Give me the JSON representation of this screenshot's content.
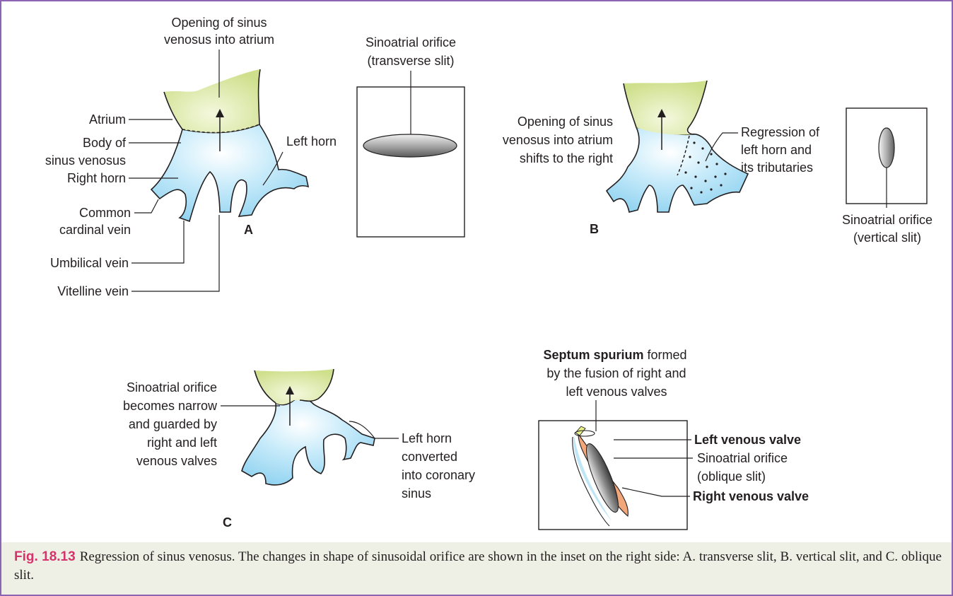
{
  "panel_a": {
    "label": "A",
    "opening_line1": "Opening of sinus",
    "opening_line2": "venosus into atrium",
    "atrium": "Atrium",
    "body_line1": "Body of",
    "body_line2": "sinus venosus",
    "right_horn": "Right horn",
    "left_horn": "Left horn",
    "common_line1": "Common",
    "common_line2": "cardinal vein",
    "umbilical": "Umbilical vein",
    "vitelline": "Vitelline vein",
    "orifice_line1": "Sinoatrial orifice",
    "orifice_line2": "(transverse slit)"
  },
  "panel_b": {
    "label": "B",
    "opening_line1": "Opening of sinus",
    "opening_line2": "venosus into atrium",
    "opening_line3": "shifts to the right",
    "regression_line1": "Regression of",
    "regression_line2": "left horn and",
    "regression_line3": "its tributaries",
    "orifice_line1": "Sinoatrial orifice",
    "orifice_line2": "(vertical slit)"
  },
  "panel_c": {
    "label": "C",
    "narrow_line1": "Sinoatrial orifice",
    "narrow_line2": "becomes narrow",
    "narrow_line3": "and guarded by",
    "narrow_line4": "right and left",
    "narrow_line5": "venous valves",
    "left_horn_line1": "Left horn",
    "left_horn_line2": "converted",
    "left_horn_line3": "into coronary",
    "left_horn_line4": "sinus",
    "septum_bold": "Septum spurium",
    "septum_rest": " formed",
    "septum_line2": "by the fusion of right and",
    "septum_line3": "left venous valves",
    "left_valve": "Left venous valve",
    "orifice_line1": "Sinoatrial orifice",
    "orifice_line2": "(oblique slit)",
    "right_valve": "Right venous valve"
  },
  "caption": {
    "fig_num": "Fig. 18.13",
    "text": "Regression of sinus venosus. The changes in shape of sinusoidal orifice are shown in the inset on the right side: A. transverse slit, B. vertical slit, and C. oblique slit."
  },
  "colors": {
    "frame": "#8d63b2",
    "atrium": "#d5e39a",
    "sinus": "#a9dcf3",
    "caption_bg": "#eef0e5",
    "fig_num": "#d6336c"
  }
}
